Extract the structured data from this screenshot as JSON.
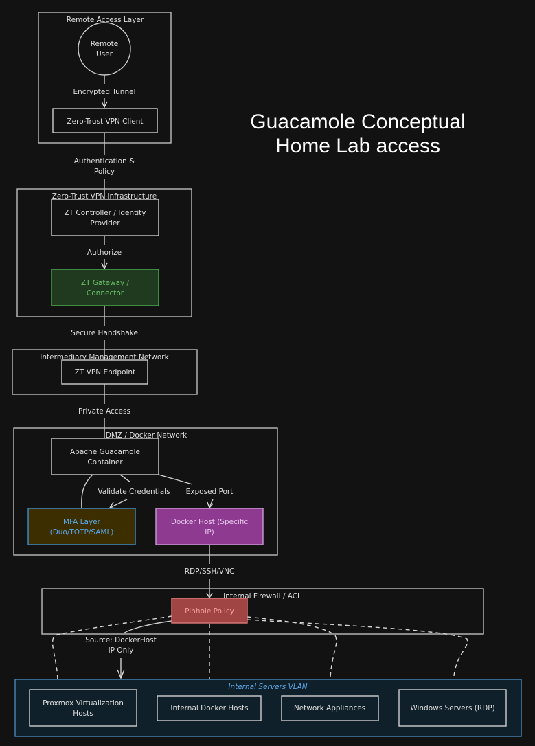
{
  "title": {
    "line1": "Guacamole Conceptual",
    "line2": "Home Lab access"
  },
  "groups": {
    "remote_access": "Remote Access Layer",
    "zt_infra": "Zero-Trust VPN Infrastructure",
    "intermediary": "Intermediary Management Network",
    "dmz": "DMZ / Docker Network",
    "firewall": "Internal Firewall / ACL",
    "servers_vlan": "Internal Servers VLAN"
  },
  "nodes": {
    "remote_user": [
      "Remote",
      "User"
    ],
    "vpn_client": [
      "Zero-Trust VPN Client"
    ],
    "zt_controller": [
      "ZT Controller / Identity",
      "Provider"
    ],
    "zt_gateway": [
      "ZT Gateway /",
      "Connector"
    ],
    "vpn_endpoint": [
      "ZT VPN Endpoint"
    ],
    "guacamole": [
      "Apache Guacamole",
      "Container"
    ],
    "mfa": [
      "MFA Layer",
      "(Duo/TOTP/SAML)"
    ],
    "docker_host": [
      "Docker Host (Specific",
      "IP)"
    ],
    "pinhole": [
      "Pinhole Policy"
    ],
    "proxmox": [
      "Proxmox Virtualization",
      "Hosts"
    ],
    "internal_docker": [
      "Internal Docker Hosts"
    ],
    "network_appliances": [
      "Network Appliances"
    ],
    "windows_servers": [
      "Windows Servers (RDP)"
    ]
  },
  "edges": {
    "encrypted_tunnel": [
      "Encrypted Tunnel"
    ],
    "auth_policy": [
      "Authentication &",
      "Policy"
    ],
    "authorize": [
      "Authorize"
    ],
    "secure_handshake": [
      "Secure Handshake"
    ],
    "private_access": [
      "Private Access"
    ],
    "validate_credentials": [
      "Validate Credentials"
    ],
    "exposed_port": [
      "Exposed Port"
    ],
    "rdp_ssh_vnc": [
      "RDP/SSH/VNC"
    ],
    "source_dockerhost": [
      "Source: DockerHost",
      "IP Only"
    ]
  },
  "colors": {
    "zt_gateway_fill": "#1f3a1f",
    "zt_gateway_stroke": "#4caf50",
    "zt_gateway_text": "#6abf69",
    "mfa_fill": "#3d2e00",
    "mfa_stroke": "#3b8ed0",
    "mfa_text": "#5aa6e8",
    "docker_host_fill": "#8e3a91",
    "docker_host_stroke": "#c79bd0",
    "docker_host_text": "#e6c9ea",
    "pinhole_fill": "#a14444",
    "pinhole_stroke": "#e07b7b",
    "pinhole_text": "#f5a0a0",
    "vlan_fill": "#10202a",
    "vlan_stroke": "#4a86b8",
    "vlan_text": "#5aa6e8"
  }
}
